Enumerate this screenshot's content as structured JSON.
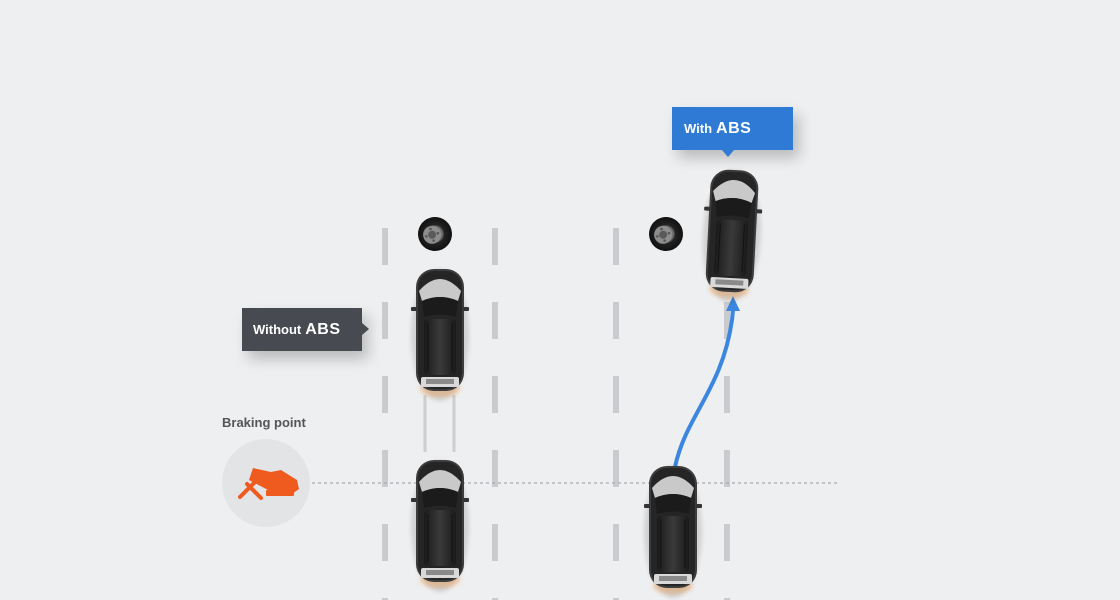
{
  "labels": {
    "without_small": "Without",
    "without_big": "ABS",
    "with_small": "With",
    "with_big": "ABS",
    "braking_point": "Braking point"
  },
  "colors": {
    "background": "#eeeff1",
    "without_box": "#474a51",
    "with_box": "#2e7ad4",
    "path": "#3b86de",
    "pedal": "#ef5a1f",
    "lane_marks": "#c9cbce"
  },
  "icons": {
    "brake": "foot-on-pedal-icon",
    "wheel": "tire-icon"
  }
}
